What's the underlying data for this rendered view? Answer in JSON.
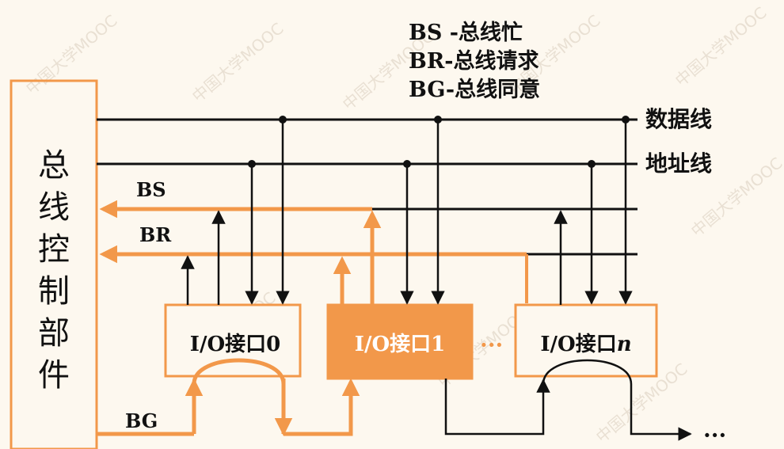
{
  "legend": {
    "bs": "BS -总线忙",
    "br": "BR-总线请求",
    "bg": "BG-总线同意"
  },
  "controller": {
    "chars": [
      "总",
      "线",
      "控",
      "制",
      "部",
      "件"
    ]
  },
  "buses": {
    "data": "数据线",
    "address": "地址线"
  },
  "signals": {
    "bs": "BS",
    "br": "BR",
    "bg": "BG"
  },
  "interfaces": [
    {
      "label": "I/O接口0"
    },
    {
      "label": "I/O接口1"
    },
    {
      "prefix": "I/O接口",
      "italic": "n"
    }
  ],
  "ellipsis_mid": "···",
  "ellipsis_end": "···",
  "watermark": "中国大学MOOC",
  "colors": {
    "accent": "#f2984a",
    "line": "#111111",
    "background": "#fdf8ef",
    "highlight_fill": "#f2984a"
  }
}
